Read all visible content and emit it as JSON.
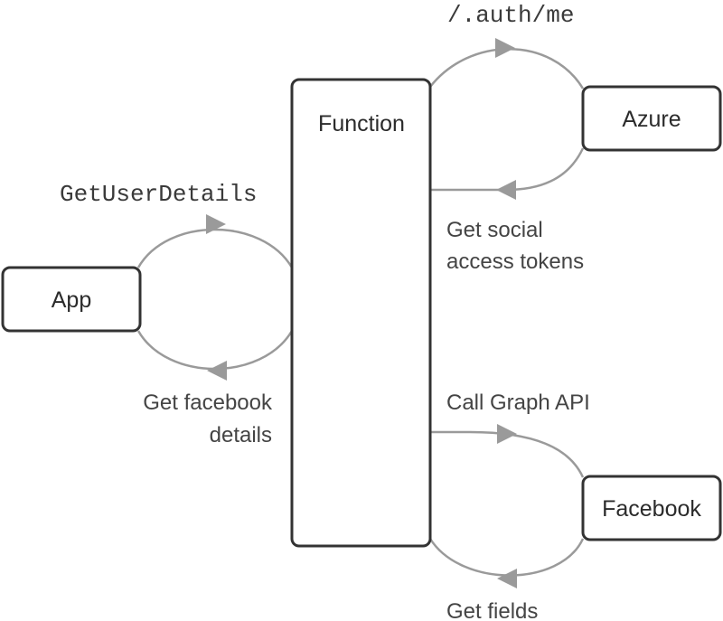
{
  "nodes": {
    "app": "App",
    "function": "Function",
    "azure": "Azure",
    "facebook": "Facebook"
  },
  "edges": {
    "get_user_details": "GetUserDetails",
    "get_facebook_details_line1": "Get facebook",
    "get_facebook_details_line2": "details",
    "auth_me": "/.auth/me",
    "get_social_tokens_line1": "Get social",
    "get_social_tokens_line2": "access tokens",
    "call_graph_api": "Call Graph API",
    "get_fields": "Get fields"
  },
  "colors": {
    "box_stroke": "#333333",
    "connector": "#9a9a9a",
    "text": "#2b2b2b"
  }
}
